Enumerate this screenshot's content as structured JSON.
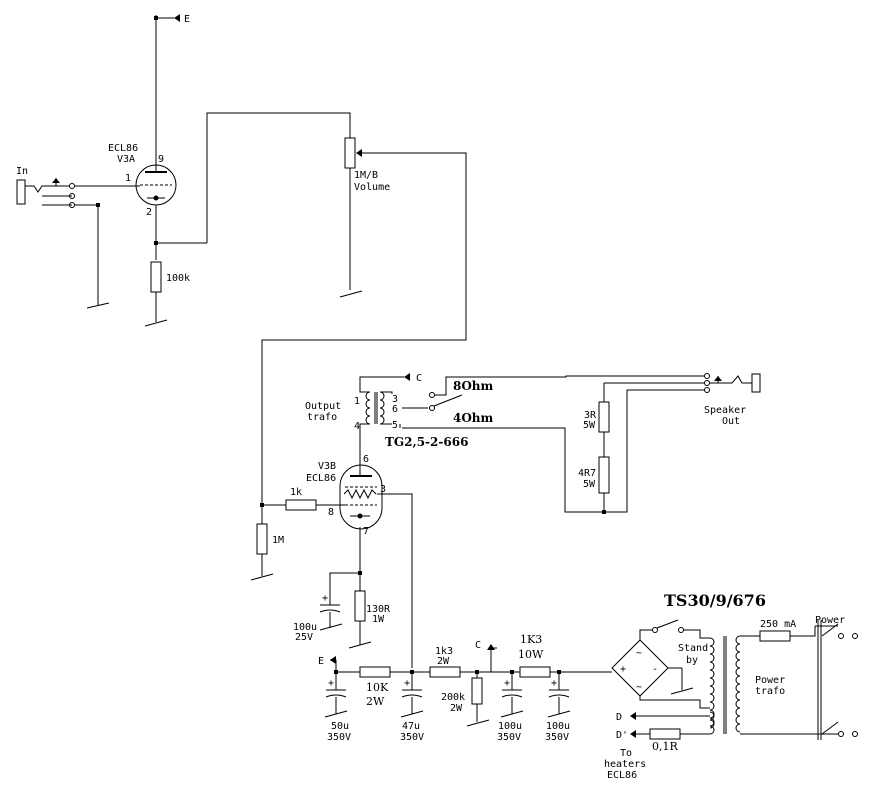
{
  "input": {
    "label": "In"
  },
  "v3a": {
    "type": "ECL86",
    "name": "V3A",
    "pin_grid": "1",
    "pin_cathode": "2",
    "pin_anode": "9"
  },
  "rails": {
    "e_top": "E",
    "c_top": "C",
    "c_mid": "C",
    "e_bottom": "E",
    "d1": "D",
    "d2": "D'"
  },
  "r_100k": "100k",
  "volume": {
    "value": "1M/B",
    "label": "Volume"
  },
  "output_trafo": {
    "label1": "Output",
    "label2": "trafo",
    "model": "TG2,5-2-666",
    "pins": [
      "1",
      "3",
      "6",
      "4",
      "5"
    ]
  },
  "taps": {
    "t8": "8Ohm",
    "t4": "4Ohm"
  },
  "speaker": {
    "label1": "Speaker",
    "label2": "Out"
  },
  "r_3r": {
    "value": "3R",
    "power": "5W"
  },
  "r_4r7": {
    "value": "4R7",
    "power": "5W"
  },
  "v3b": {
    "name": "V3B",
    "type": "ECL86",
    "pin_anode": "6",
    "pin_g2": "3",
    "pin_g1": "8",
    "pin_k": "7"
  },
  "r_1k": "1k",
  "r_1m": "1M",
  "c_100u_25": {
    "value": "100u",
    "voltage": "25V"
  },
  "r_130r": {
    "value": "130R",
    "power": "1W"
  },
  "r_10k": {
    "value": "10K",
    "power": "2W"
  },
  "r_1k3": {
    "value": "1k3",
    "power": "2W"
  },
  "r_1k3_10w": {
    "value": "1K3",
    "power": "10W"
  },
  "r_200k": {
    "value": "200k",
    "power": "2W"
  },
  "caps": [
    {
      "value": "50u",
      "voltage": "350V"
    },
    {
      "value": "47u",
      "voltage": "350V"
    },
    {
      "value": "100u",
      "voltage": "350V"
    },
    {
      "value": "100u",
      "voltage": "350V"
    }
  ],
  "power": {
    "trafo_model": "TS30/9/676",
    "fuse": "250 mA",
    "power_label": "Power",
    "standby1": "Stand",
    "standby2": "by",
    "trafo1": "Power",
    "trafo2": "trafo",
    "heaters1": "To",
    "heaters2": "heaters",
    "heaters3": "ECL86",
    "r_01": "0,1R"
  }
}
